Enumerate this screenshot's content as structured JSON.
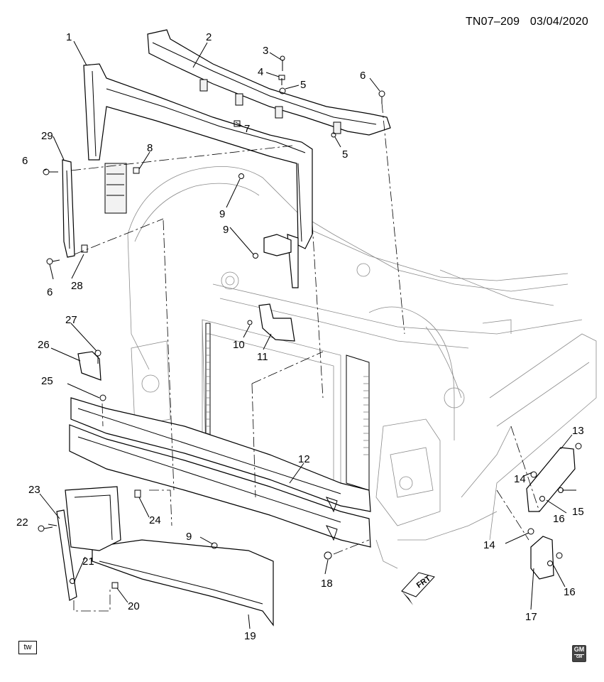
{
  "header": {
    "drawing_id": "TN07–209",
    "date": "03/04/2020"
  },
  "footer": {
    "tw_label": "tw",
    "logo_text": "GM",
    "logo_sub": "GM"
  },
  "frt_label": "FRT",
  "callouts": [
    {
      "id": "callout-1",
      "text": "1"
    },
    {
      "id": "callout-2",
      "text": "2"
    },
    {
      "id": "callout-3",
      "text": "3"
    },
    {
      "id": "callout-4",
      "text": "4"
    },
    {
      "id": "callout-5a",
      "text": "5"
    },
    {
      "id": "callout-5b",
      "text": "5"
    },
    {
      "id": "callout-6a",
      "text": "6"
    },
    {
      "id": "callout-6b",
      "text": "6"
    },
    {
      "id": "callout-6c",
      "text": "6"
    },
    {
      "id": "callout-7",
      "text": "7"
    },
    {
      "id": "callout-8",
      "text": "8"
    },
    {
      "id": "callout-9a",
      "text": "9"
    },
    {
      "id": "callout-9b",
      "text": "9"
    },
    {
      "id": "callout-9c",
      "text": "9"
    },
    {
      "id": "callout-10",
      "text": "10"
    },
    {
      "id": "callout-11",
      "text": "11"
    },
    {
      "id": "callout-12",
      "text": "12"
    },
    {
      "id": "callout-13",
      "text": "13"
    },
    {
      "id": "callout-14a",
      "text": "14"
    },
    {
      "id": "callout-14b",
      "text": "14"
    },
    {
      "id": "callout-15",
      "text": "15"
    },
    {
      "id": "callout-16a",
      "text": "16"
    },
    {
      "id": "callout-16b",
      "text": "16"
    },
    {
      "id": "callout-17",
      "text": "17"
    },
    {
      "id": "callout-18",
      "text": "18"
    },
    {
      "id": "callout-19",
      "text": "19"
    },
    {
      "id": "callout-20",
      "text": "20"
    },
    {
      "id": "callout-21",
      "text": "21"
    },
    {
      "id": "callout-22",
      "text": "22"
    },
    {
      "id": "callout-23",
      "text": "23"
    },
    {
      "id": "callout-24",
      "text": "24"
    },
    {
      "id": "callout-25",
      "text": "25"
    },
    {
      "id": "callout-26",
      "text": "26"
    },
    {
      "id": "callout-27",
      "text": "27"
    },
    {
      "id": "callout-28",
      "text": "28"
    },
    {
      "id": "callout-29",
      "text": "29"
    }
  ]
}
